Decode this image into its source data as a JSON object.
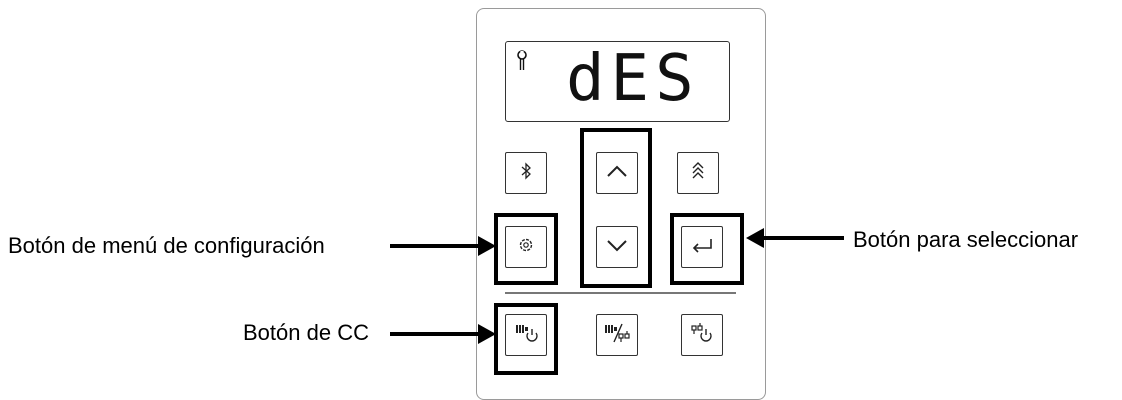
{
  "display": {
    "text": "dES",
    "icon": "wrench-icon"
  },
  "buttons": [
    {
      "name": "bluetooth-button",
      "icon": "bluetooth-icon"
    },
    {
      "name": "up-button",
      "icon": "chevron-up-icon"
    },
    {
      "name": "double-up-button",
      "icon": "double-chevron-up-icon"
    },
    {
      "name": "settings-menu-button",
      "icon": "gear-icon"
    },
    {
      "name": "down-button",
      "icon": "chevron-down-icon"
    },
    {
      "name": "select-button",
      "icon": "enter-icon"
    },
    {
      "name": "cc-button",
      "icon": "charge-power-icon"
    },
    {
      "name": "mode-button",
      "icon": "charge-switch-icon"
    },
    {
      "name": "network-power-button",
      "icon": "network-power-icon"
    }
  ],
  "labels": {
    "config_menu": "Botón de menú de configuración",
    "select": "Botón para seleccionar",
    "cc": "Botón de CC"
  },
  "colors": {
    "highlight": "#000000",
    "frame": "#9a9a9a"
  }
}
